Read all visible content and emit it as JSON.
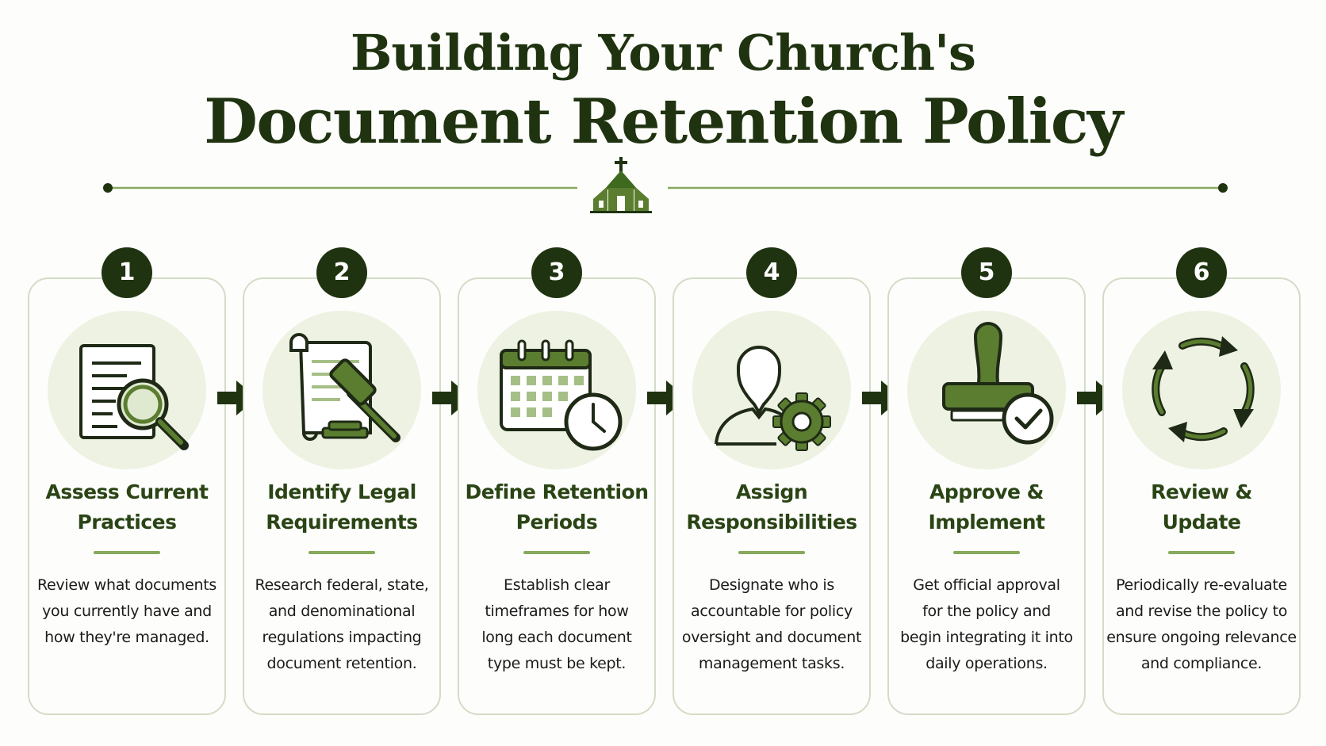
{
  "title": {
    "line1": "Building Your Church's",
    "line2": "Document Retention Policy"
  },
  "colors": {
    "dark_green": "#1f3310",
    "medium_green": "#5a7d2f",
    "light_green": "#edf2e3",
    "accent_green": "#87a95c"
  },
  "steps": [
    {
      "number": "1",
      "icon": "document-magnifier-icon",
      "title_l1": "Assess Current",
      "title_l2": "Practices",
      "desc": [
        "Review what documents",
        "you currently have and",
        "how they're managed."
      ]
    },
    {
      "number": "2",
      "icon": "scroll-gavel-icon",
      "title_l1": "Identify Legal",
      "title_l2": "Requirements",
      "desc": [
        "Research federal, state,",
        "and denominational",
        "regulations impacting",
        "document retention."
      ]
    },
    {
      "number": "3",
      "icon": "calendar-clock-icon",
      "title_l1": "Define Retention",
      "title_l2": "Periods",
      "desc": [
        "Establish clear",
        "timeframes for how",
        "long each document",
        "type must be kept."
      ]
    },
    {
      "number": "4",
      "icon": "person-gear-icon",
      "title_l1": "Assign",
      "title_l2": "Responsibilities",
      "desc": [
        "Designate who is",
        "accountable for policy",
        "oversight and document",
        "management tasks."
      ]
    },
    {
      "number": "5",
      "icon": "stamp-check-icon",
      "title_l1": "Approve &",
      "title_l2": "Implement",
      "desc": [
        "Get official approval",
        "for the policy and",
        "begin integrating it into",
        "daily operations."
      ]
    },
    {
      "number": "6",
      "icon": "cycle-arrows-icon",
      "title_l1": "Review &",
      "title_l2": "Update",
      "desc": [
        "Periodically re-evaluate",
        "and revise the policy to",
        "ensure ongoing relevance",
        "and compliance."
      ]
    }
  ]
}
